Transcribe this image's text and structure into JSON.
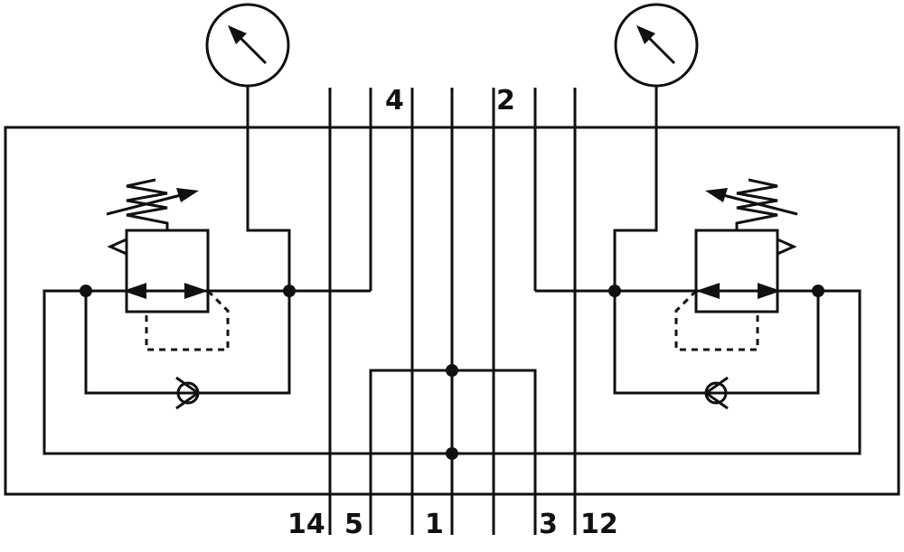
{
  "diagram": {
    "port_labels": {
      "port_4": "4",
      "port_2": "2",
      "port_14": "14",
      "port_5": "5",
      "port_1": "1",
      "port_3": "3",
      "port_12": "12"
    },
    "symbols": {
      "gauges": [
        "pressure-gauge",
        "pressure-gauge"
      ],
      "regulators": [
        "pressure-regulator",
        "pressure-regulator"
      ],
      "check_valves": [
        "check-valve",
        "check-valve"
      ]
    }
  }
}
